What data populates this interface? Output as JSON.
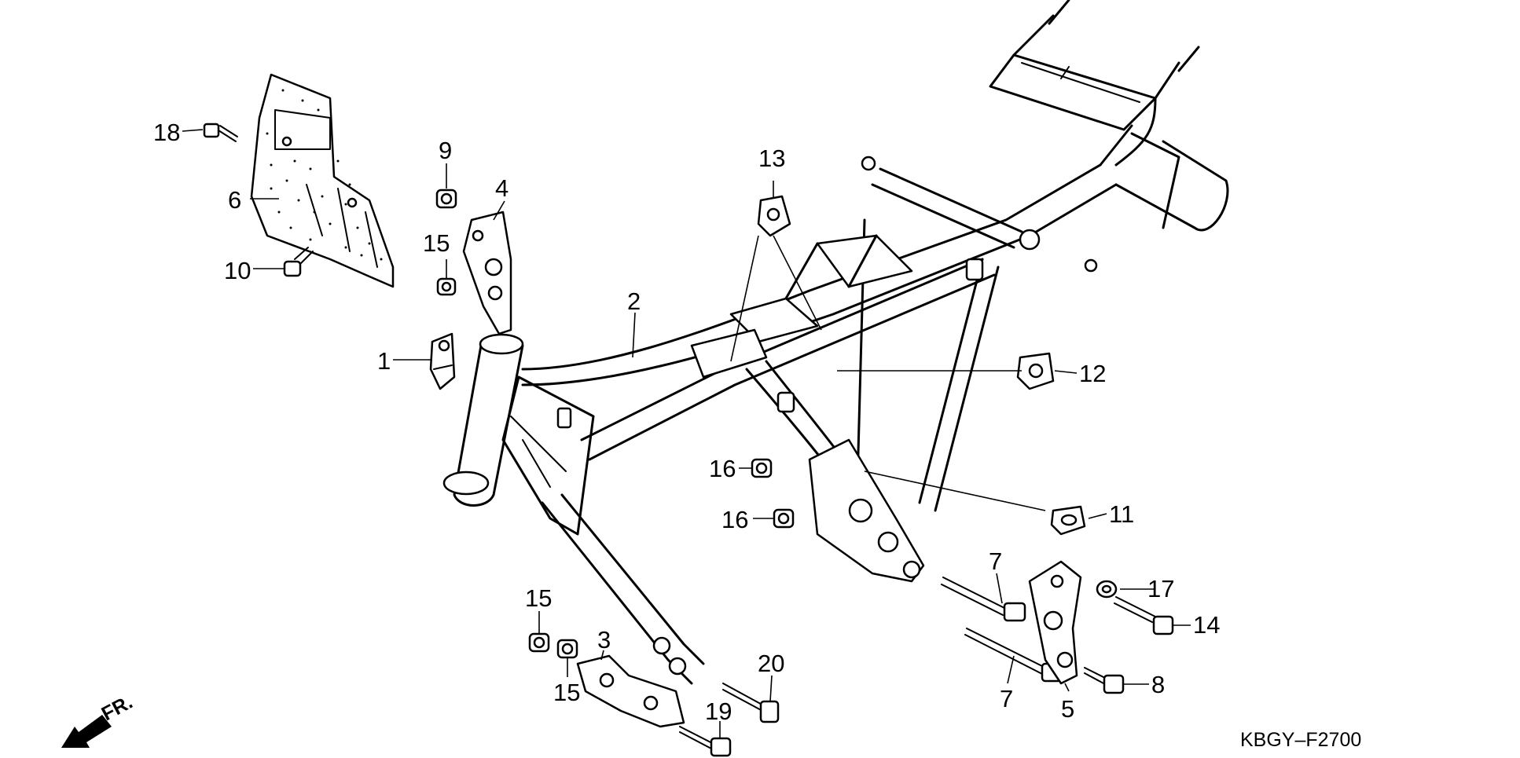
{
  "callouts": {
    "c1": "1",
    "c2": "2",
    "c3": "3",
    "c4": "4",
    "c5": "5",
    "c6": "6",
    "c7a": "7",
    "c7b": "7",
    "c8": "8",
    "c9": "9",
    "c10": "10",
    "c11": "11",
    "c12": "12",
    "c13": "13",
    "c14": "14",
    "c15a": "15",
    "c15b": "15",
    "c15c": "15",
    "c16a": "16",
    "c16b": "16",
    "c17": "17",
    "c18": "18",
    "c19": "19",
    "c20": "20"
  },
  "front_marker": "FR.",
  "diagram_code": "KBGY–F2700"
}
